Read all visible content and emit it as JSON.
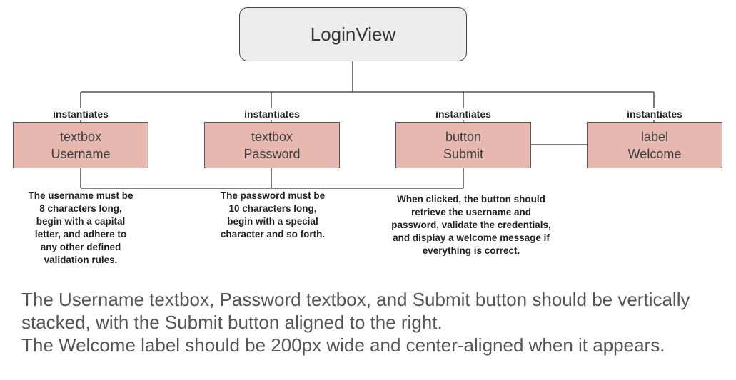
{
  "root": {
    "label": "LoginView"
  },
  "edge_label": "instantiates",
  "nodes": [
    {
      "type": "textbox",
      "name": "Username"
    },
    {
      "type": "textbox",
      "name": "Password"
    },
    {
      "type": "button",
      "name": "Submit"
    },
    {
      "type": "label",
      "name": "Welcome"
    }
  ],
  "notes": {
    "username": [
      "The username must be",
      "8 characters long,",
      "begin with a capital",
      "letter, and adhere to",
      "any other defined",
      "validation rules."
    ],
    "password": [
      "The password must be",
      "10 characters long,",
      "begin with a special",
      "character and so forth."
    ],
    "submit": [
      "When clicked, the button should",
      "retrieve the username and",
      "password, validate the credentials,",
      "and display a welcome message if",
      "everything is correct."
    ]
  },
  "caption": [
    "The Username textbox, Password textbox, and Submit button should be vertically",
    "stacked, with the Submit button aligned to the right.",
    "The Welcome label should be 200px wide and center-aligned when it appears."
  ]
}
